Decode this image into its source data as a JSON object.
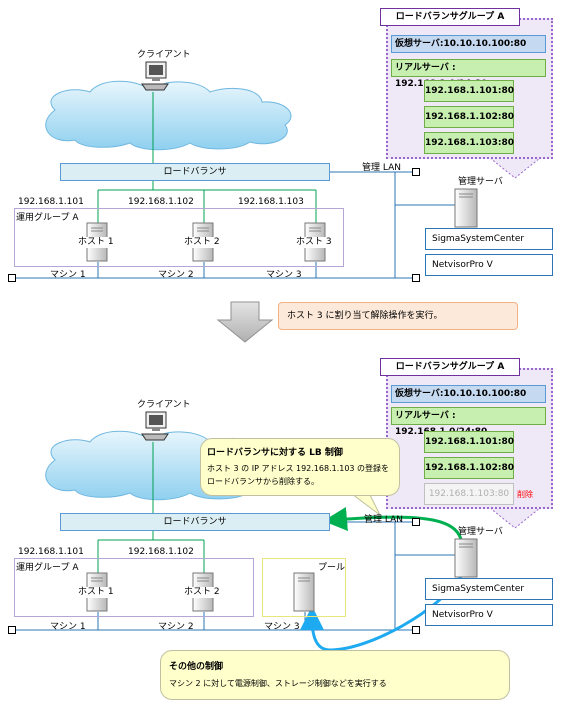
{
  "top": {
    "client_label": "クライアント",
    "lb_label": "ロードバランサ",
    "mgmt_lan_label": "管理 LAN",
    "mgmt_server_label": "管理サーバ",
    "ips": [
      "192.168.1.101",
      "192.168.1.102",
      "192.168.1.103"
    ],
    "group_label": "運用グループ A",
    "hosts": [
      "ホスト 1",
      "ホスト 2",
      "ホスト 3"
    ],
    "machines": [
      "マシン 1",
      "マシン 2",
      "マシン 3"
    ],
    "sigma_label": "SigmaSystemCenter",
    "netvisor_label": "NetvisorPro V",
    "lb_group": {
      "title": "ロードバランサグループ A",
      "virtual_server": "仮想サーバ:10.10.10.100:80",
      "real_server": "リアルサーバ : 192.168.1.0/24:80",
      "entries": [
        "192.168.1.101:80",
        "192.168.1.102:80",
        "192.168.1.103:80"
      ]
    }
  },
  "action": {
    "text": "ホスト 3 に割り当て解除操作を実行。"
  },
  "bottom": {
    "client_label": "クライアント",
    "lb_label": "ロードバランサ",
    "mgmt_lan_label": "管理 LAN",
    "mgmt_server_label": "管理サーバ",
    "ips": [
      "192.168.1.101",
      "192.168.1.102"
    ],
    "group_label": "運用グループ A",
    "hosts": [
      "ホスト 1",
      "ホスト 2"
    ],
    "pool_label": "プール",
    "machines": [
      "マシン 1",
      "マシン 2",
      "マシン 3"
    ],
    "sigma_label": "SigmaSystemCenter",
    "netvisor_label": "NetvisorPro V",
    "lb_group": {
      "title": "ロードバランサグループ A",
      "virtual_server": "仮想サーバ:10.10.10.100:80",
      "real_server": "リアルサーバ : 192.168.1.0/24:80",
      "entries": [
        "192.168.1.101:80",
        "192.168.1.102:80"
      ],
      "removed_entry": "192.168.1.103:80",
      "removed_tag": "削除"
    },
    "lb_callout": {
      "title": "ロードバランサに対する LB 制御",
      "line1": "ホスト 3 の IP アドレス 192.168.1.103 の登録を",
      "line2": "ロードバランサから削除する。"
    },
    "other_callout": {
      "title": "その他の制御",
      "text": "マシン 2 に対して電源制御、ストレージ制御などを実行する"
    }
  },
  "colors": {
    "network_line": "#00a050",
    "mgmt_line": "#2e75b6",
    "purple": "#7030a0",
    "green_arrow": "#00b050",
    "blue_arrow": "#1eaaf0",
    "removed_red": "#ff0000"
  }
}
